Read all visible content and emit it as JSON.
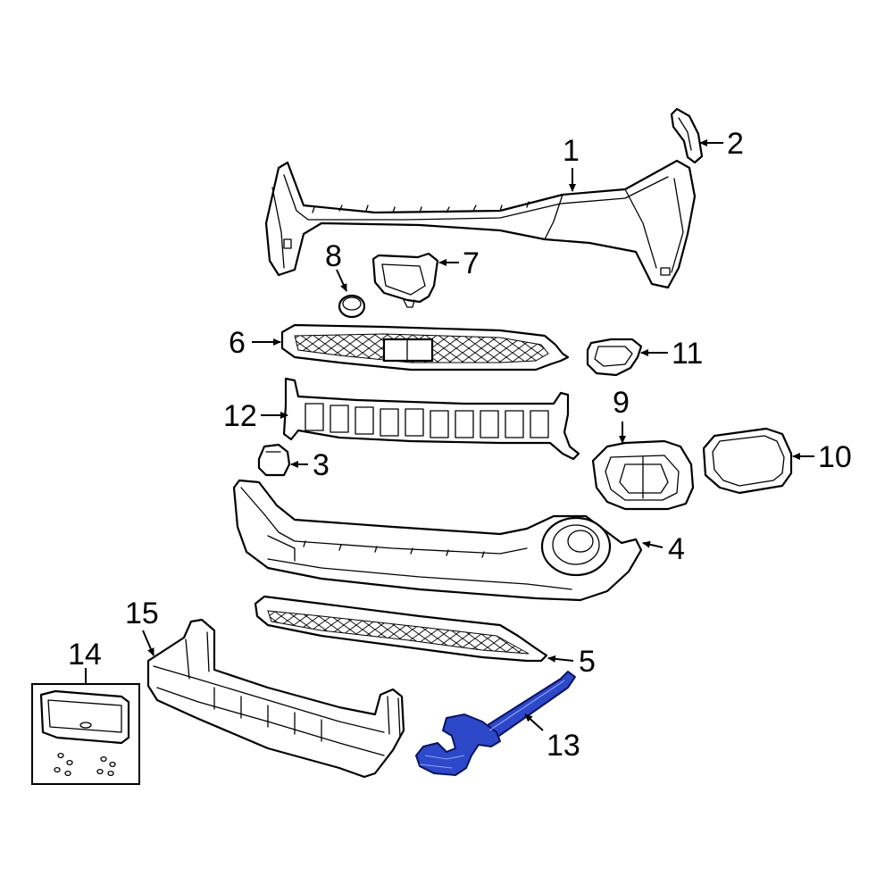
{
  "diagram": {
    "callouts": [
      {
        "id": "1",
        "label": "1"
      },
      {
        "id": "2",
        "label": "2"
      },
      {
        "id": "3",
        "label": "3"
      },
      {
        "id": "4",
        "label": "4"
      },
      {
        "id": "5",
        "label": "5"
      },
      {
        "id": "6",
        "label": "6"
      },
      {
        "id": "7",
        "label": "7"
      },
      {
        "id": "8",
        "label": "8"
      },
      {
        "id": "9",
        "label": "9"
      },
      {
        "id": "10",
        "label": "10"
      },
      {
        "id": "11",
        "label": "11"
      },
      {
        "id": "12",
        "label": "12"
      },
      {
        "id": "13",
        "label": "13"
      },
      {
        "id": "14",
        "label": "14"
      },
      {
        "id": "15",
        "label": "15"
      }
    ],
    "highlight_color": "#2d48c8",
    "highlighted_part": "13"
  }
}
